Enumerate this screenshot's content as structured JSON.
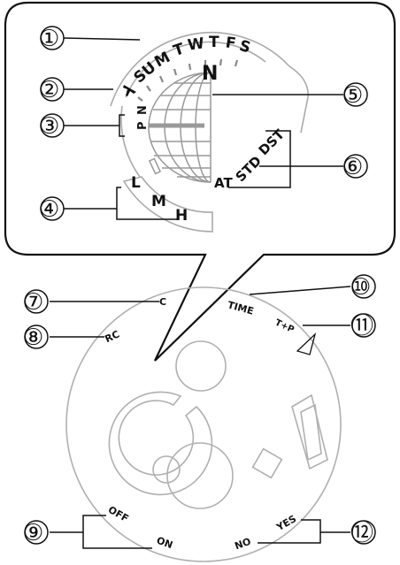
{
  "callouts": {
    "c1": "①",
    "c2": "②",
    "c3": "③",
    "c4": "④",
    "c5": "⑤",
    "c6": "⑥",
    "c7": "⑦",
    "c8": "⑧",
    "c9": "⑨",
    "c10": "⑩",
    "c11": "⑪",
    "c12": "⑫"
  },
  "days": [
    "SU",
    "M",
    "T",
    "W",
    "T",
    "F",
    "S"
  ],
  "dial": {
    "north": "N",
    "pn_p": "P",
    "pn_n": "N",
    "level_l": "L",
    "level_m": "M",
    "level_h": "H",
    "dst": "DST",
    "std": "STD",
    "at": "AT"
  },
  "bottom": {
    "c": "C",
    "rc": "RC",
    "time": "TIME",
    "tp": "T+P",
    "off": "OFF",
    "on": "ON",
    "no": "NO",
    "yes": "YES"
  },
  "colors": {
    "line": "#111111",
    "dial": "#b0b0b0",
    "bar": "#999999"
  }
}
